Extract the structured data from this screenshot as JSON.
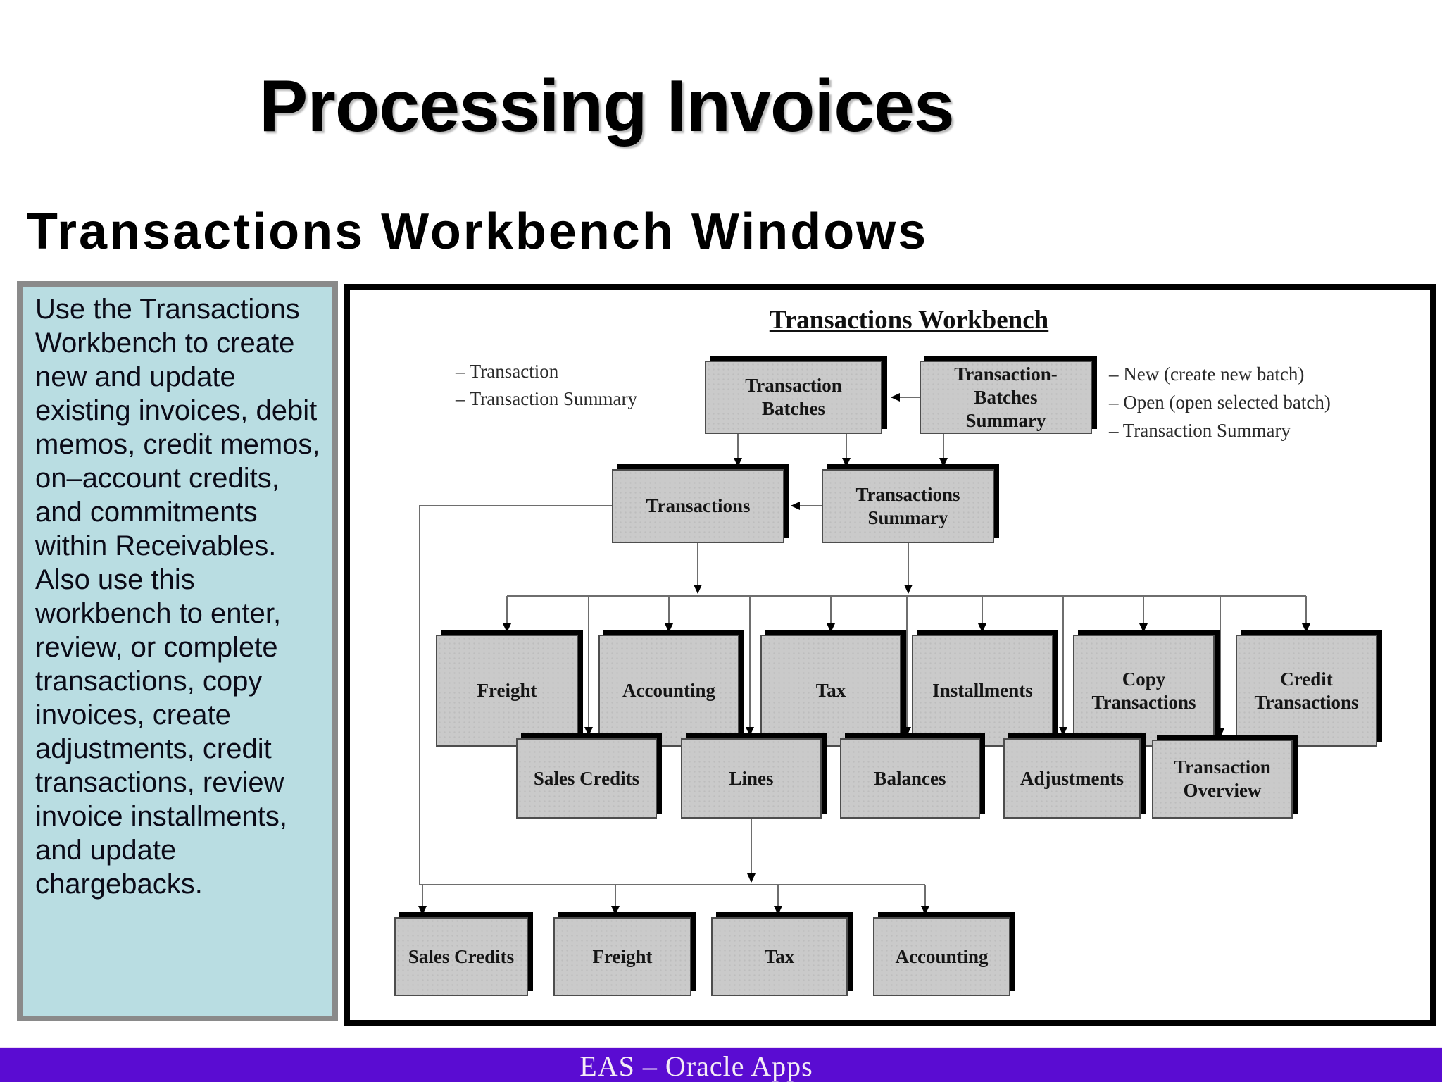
{
  "slide": {
    "title": "Processing Invoices",
    "subtitle": "Transactions Workbench Windows",
    "footer": "EAS – Oracle Apps"
  },
  "sidebar": {
    "text": "Use the Transactions\nWorkbench to create\nnew and update\nexisting invoices, debit\nmemos, credit memos,\non–account credits,\nand commitments\nwithin Receivables.\nAlso use this\nworkbench to enter,\nreview, or complete\ntransactions, copy\ninvoices, create\nadjustments, credit\ntransactions, review\ninvoice installments,\nand update\nchargebacks."
  },
  "diagram": {
    "title": "Transactions Workbench",
    "legend_left": "– Transaction\n– Transaction Summary",
    "legend_right": "– New (create new batch)\n– Open (open selected batch)\n– Transaction Summary",
    "boxes": {
      "transaction_batches": "Transaction\nBatches",
      "transaction_batches_summary": "Transaction-\nBatches\nSummary",
      "transactions": "Transactions",
      "transactions_summary": "Transactions\nSummary",
      "freight": "Freight",
      "accounting": "Accounting",
      "tax": "Tax",
      "installments": "Installments",
      "copy_transactions": "Copy\nTransactions",
      "credit_transactions": "Credit\nTransactions",
      "sales_credits": "Sales Credits",
      "lines": "Lines",
      "balances": "Balances",
      "adjustments": "Adjustments",
      "transaction_overview": "Transaction\nOverview",
      "bottom_sales_credits": "Sales Credits",
      "bottom_freight": "Freight",
      "bottom_tax": "Tax",
      "bottom_accounting": "Accounting"
    }
  },
  "colors": {
    "footer_purple": "#5a0cd2",
    "sidebar_teal": "#b9dde2",
    "box_gray": "#cacaca",
    "shadow_black": "#000000"
  }
}
